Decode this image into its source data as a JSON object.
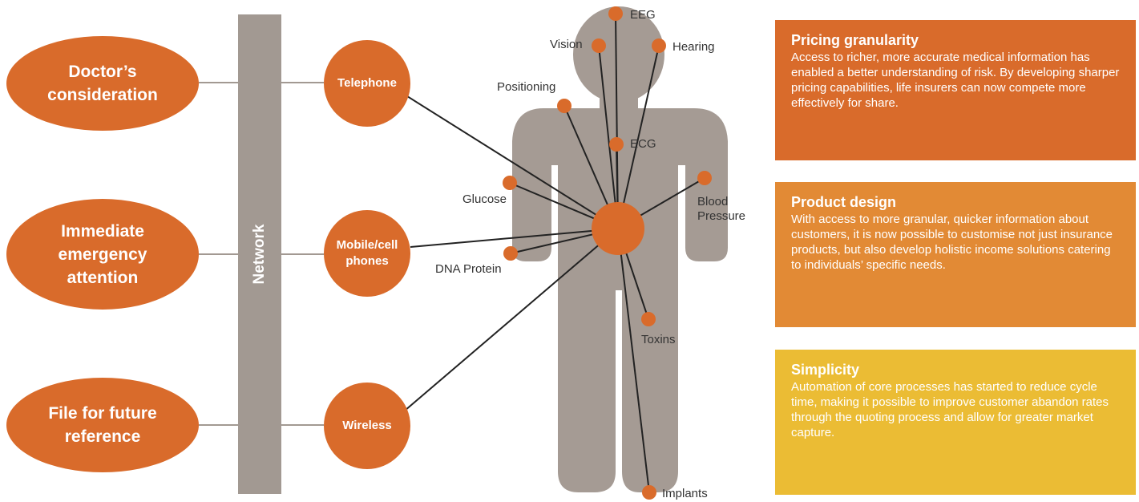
{
  "colors": {
    "orange": "#d96b2b",
    "network_gray": "#a29992",
    "body_gray": "#a59b94",
    "connector_line": "#222222",
    "box_pricing": "#d96b2b",
    "box_product": "#e28a35",
    "box_simplicity": "#ebbc34"
  },
  "actions": [
    {
      "label": "Doctor’s\nconsideration"
    },
    {
      "label": "Immediate\nemergency\nattention"
    },
    {
      "label": "File for future\nreference"
    }
  ],
  "network": {
    "label": "Network"
  },
  "channels": [
    {
      "label": "Telephone"
    },
    {
      "label": "Mobile/cell\nphones"
    },
    {
      "label": "Wireless"
    }
  ],
  "sensors": [
    {
      "label": "EEG"
    },
    {
      "label": "Vision"
    },
    {
      "label": "Hearing"
    },
    {
      "label": "Positioning"
    },
    {
      "label": "ECG"
    },
    {
      "label": "Glucose"
    },
    {
      "label": "Blood\nPressure"
    },
    {
      "label": "DNA Protein"
    },
    {
      "label": "Toxins"
    },
    {
      "label": "Implants"
    }
  ],
  "boxes": [
    {
      "title": "Pricing granularity",
      "text": "Access to richer, more accurate medical information has enabled a better understanding of risk. By developing sharper pricing capabilities, life insurers can now compete more effectively for share."
    },
    {
      "title": "Product design",
      "text": "With access to more granular, quicker information about customers, it is now possible to customise not just insurance products, but also develop holistic income solutions catering to individuals’ specific needs."
    },
    {
      "title": "Simplicity",
      "text": "Automation of core processes has started to reduce cycle time, making it possible to improve customer abandon rates through the quoting process and allow for greater market capture."
    }
  ]
}
